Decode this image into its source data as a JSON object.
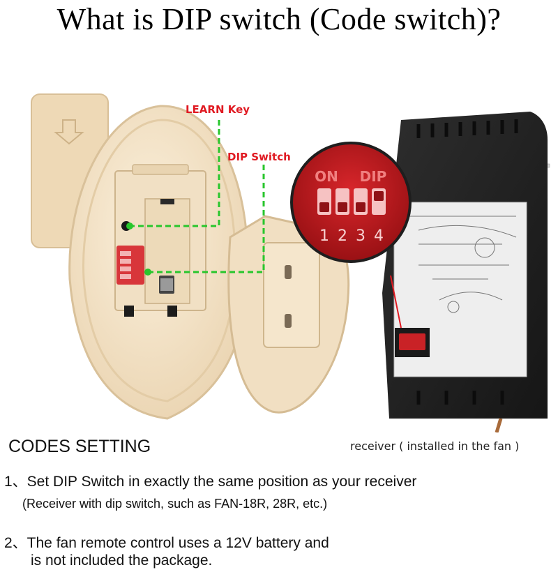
{
  "title": "What is DIP switch (Code switch)?",
  "callouts": {
    "learn_key": "LEARN Key",
    "dip_switch": "DIP Switch"
  },
  "zoom": {
    "on_label": "ON",
    "dip_label": "DIP",
    "numbers": [
      "1",
      "2",
      "3",
      "4"
    ]
  },
  "codes_setting": "CODES SETTING",
  "receiver_caption": "receiver ( installed  in the fan )",
  "steps": [
    {
      "text": "1、Set DIP Switch in exactly the same position as your receiver",
      "sub": "(Receiver with dip switch, such as FAN-18R, 28R, etc.)"
    },
    {
      "text": "2、The fan remote control uses a 12V battery and",
      "sub": "is not included the package."
    }
  ],
  "colors": {
    "callout_red": "#e01a22",
    "guide_green": "#28c62c",
    "remote_cream": "#f4e3c8",
    "receiver_black": "#232323"
  }
}
